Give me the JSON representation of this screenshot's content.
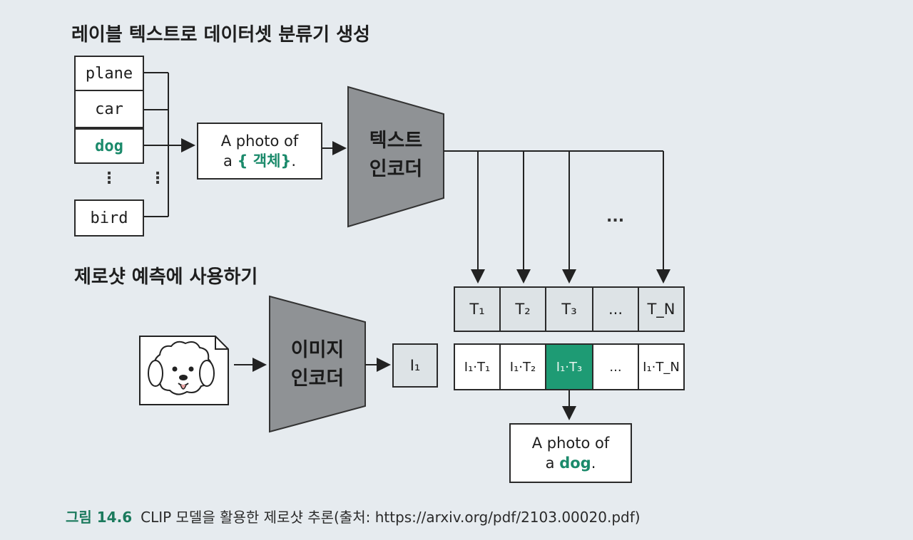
{
  "top_section": {
    "title": "레이블 텍스트로 데이터셋 분류기 생성",
    "labels": [
      "plane",
      "car",
      "dog",
      "bird"
    ],
    "vertical_ellipsis": "⋮",
    "prompt_line1": "A photo of",
    "prompt_line2_prefix": "a",
    "prompt_placeholder": "{ 객체}",
    "prompt_line2_suffix": ".",
    "text_encoder_line1": "텍스트",
    "text_encoder_line2": "인코더",
    "branch_ellipsis": "..."
  },
  "bottom_section": {
    "title": "제로샷 예측에 사용하기",
    "image_encoder_line1": "이미지",
    "image_encoder_line2": "인코더",
    "image_embedding": "I₁",
    "text_embeddings": [
      "T₁",
      "T₂",
      "T₃",
      "...",
      "T_N"
    ],
    "similarities": [
      "I₁·T₁",
      "I₁·T₂",
      "I₁·T₃",
      "...",
      "I₁·T_N"
    ],
    "highlight_index": 2,
    "result_line1": "A photo of",
    "result_line2_prefix": "a",
    "result_word": "dog",
    "result_line2_suffix": "."
  },
  "caption": {
    "figure_number": "그림 14.6",
    "text": "CLIP 모델을 활용한 제로샷 추론(출처: https://arxiv.org/pdf/2103.00020.pdf)"
  },
  "colors": {
    "highlight": "#1e9b74",
    "encoder_fill": "#8f9295",
    "page_bg": "#e6ebef"
  }
}
